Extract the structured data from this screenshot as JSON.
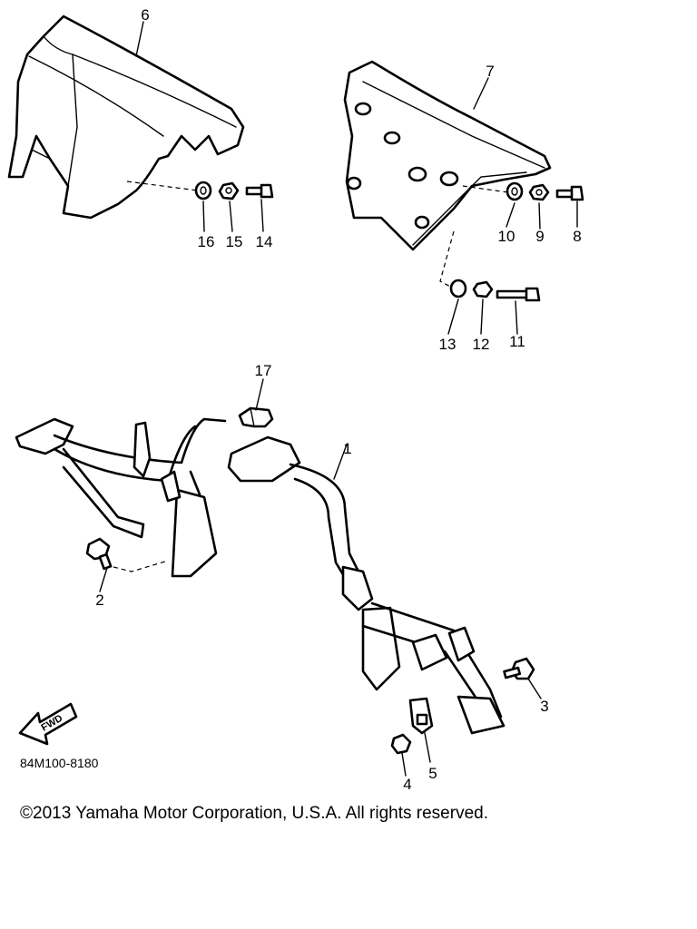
{
  "diagram": {
    "part_labels": [
      "1",
      "2",
      "3",
      "4",
      "5",
      "6",
      "7",
      "8",
      "9",
      "10",
      "11",
      "12",
      "13",
      "14",
      "15",
      "16",
      "17"
    ],
    "direction_label": "FWD",
    "drawing_code": "84M100-8180"
  },
  "footer": {
    "copyright": "©2013 Yamaha Motor Corporation, U.S.A. All rights reserved."
  }
}
